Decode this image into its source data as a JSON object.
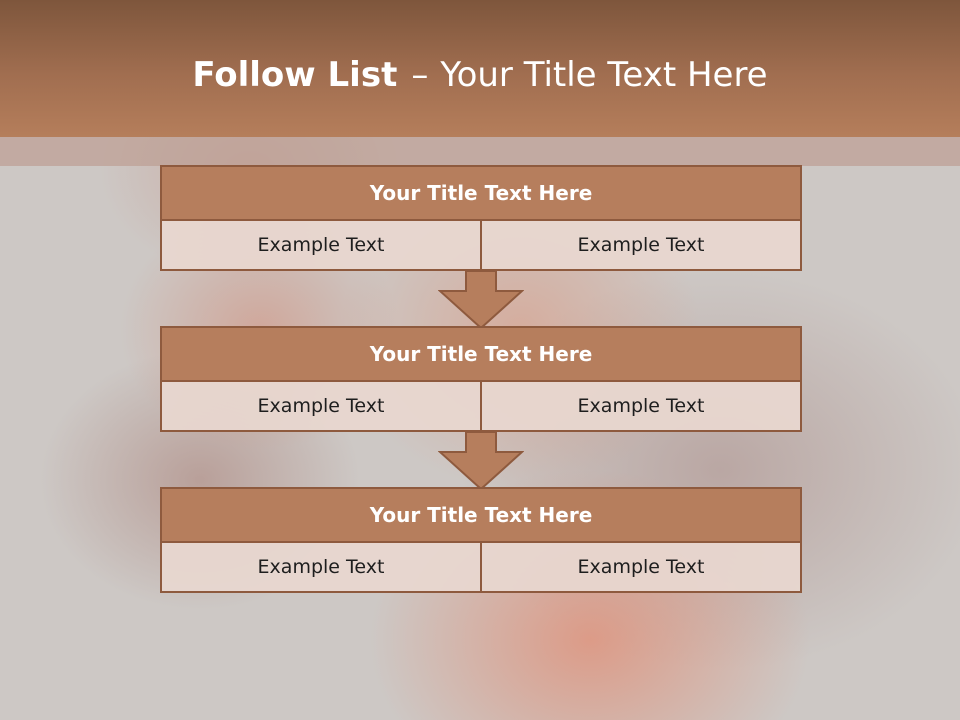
{
  "slide": {
    "title_bold": "Follow List",
    "title_separator": "–",
    "title_rest": "Your Title Text Here"
  },
  "blocks": [
    {
      "title": "Your Title Text Here",
      "left": "Example Text",
      "right": "Example Text"
    },
    {
      "title": "Your Title Text Here",
      "left": "Example Text",
      "right": "Example Text"
    },
    {
      "title": "Your Title Text Here",
      "left": "Example Text",
      "right": "Example Text"
    }
  ],
  "colors": {
    "header": "#a16e50",
    "box_fill": "#b67e5d",
    "box_border": "#8e5a3e",
    "cell_fill": "#e8d7d0"
  },
  "icons": {
    "connector": "down-arrow-icon"
  }
}
